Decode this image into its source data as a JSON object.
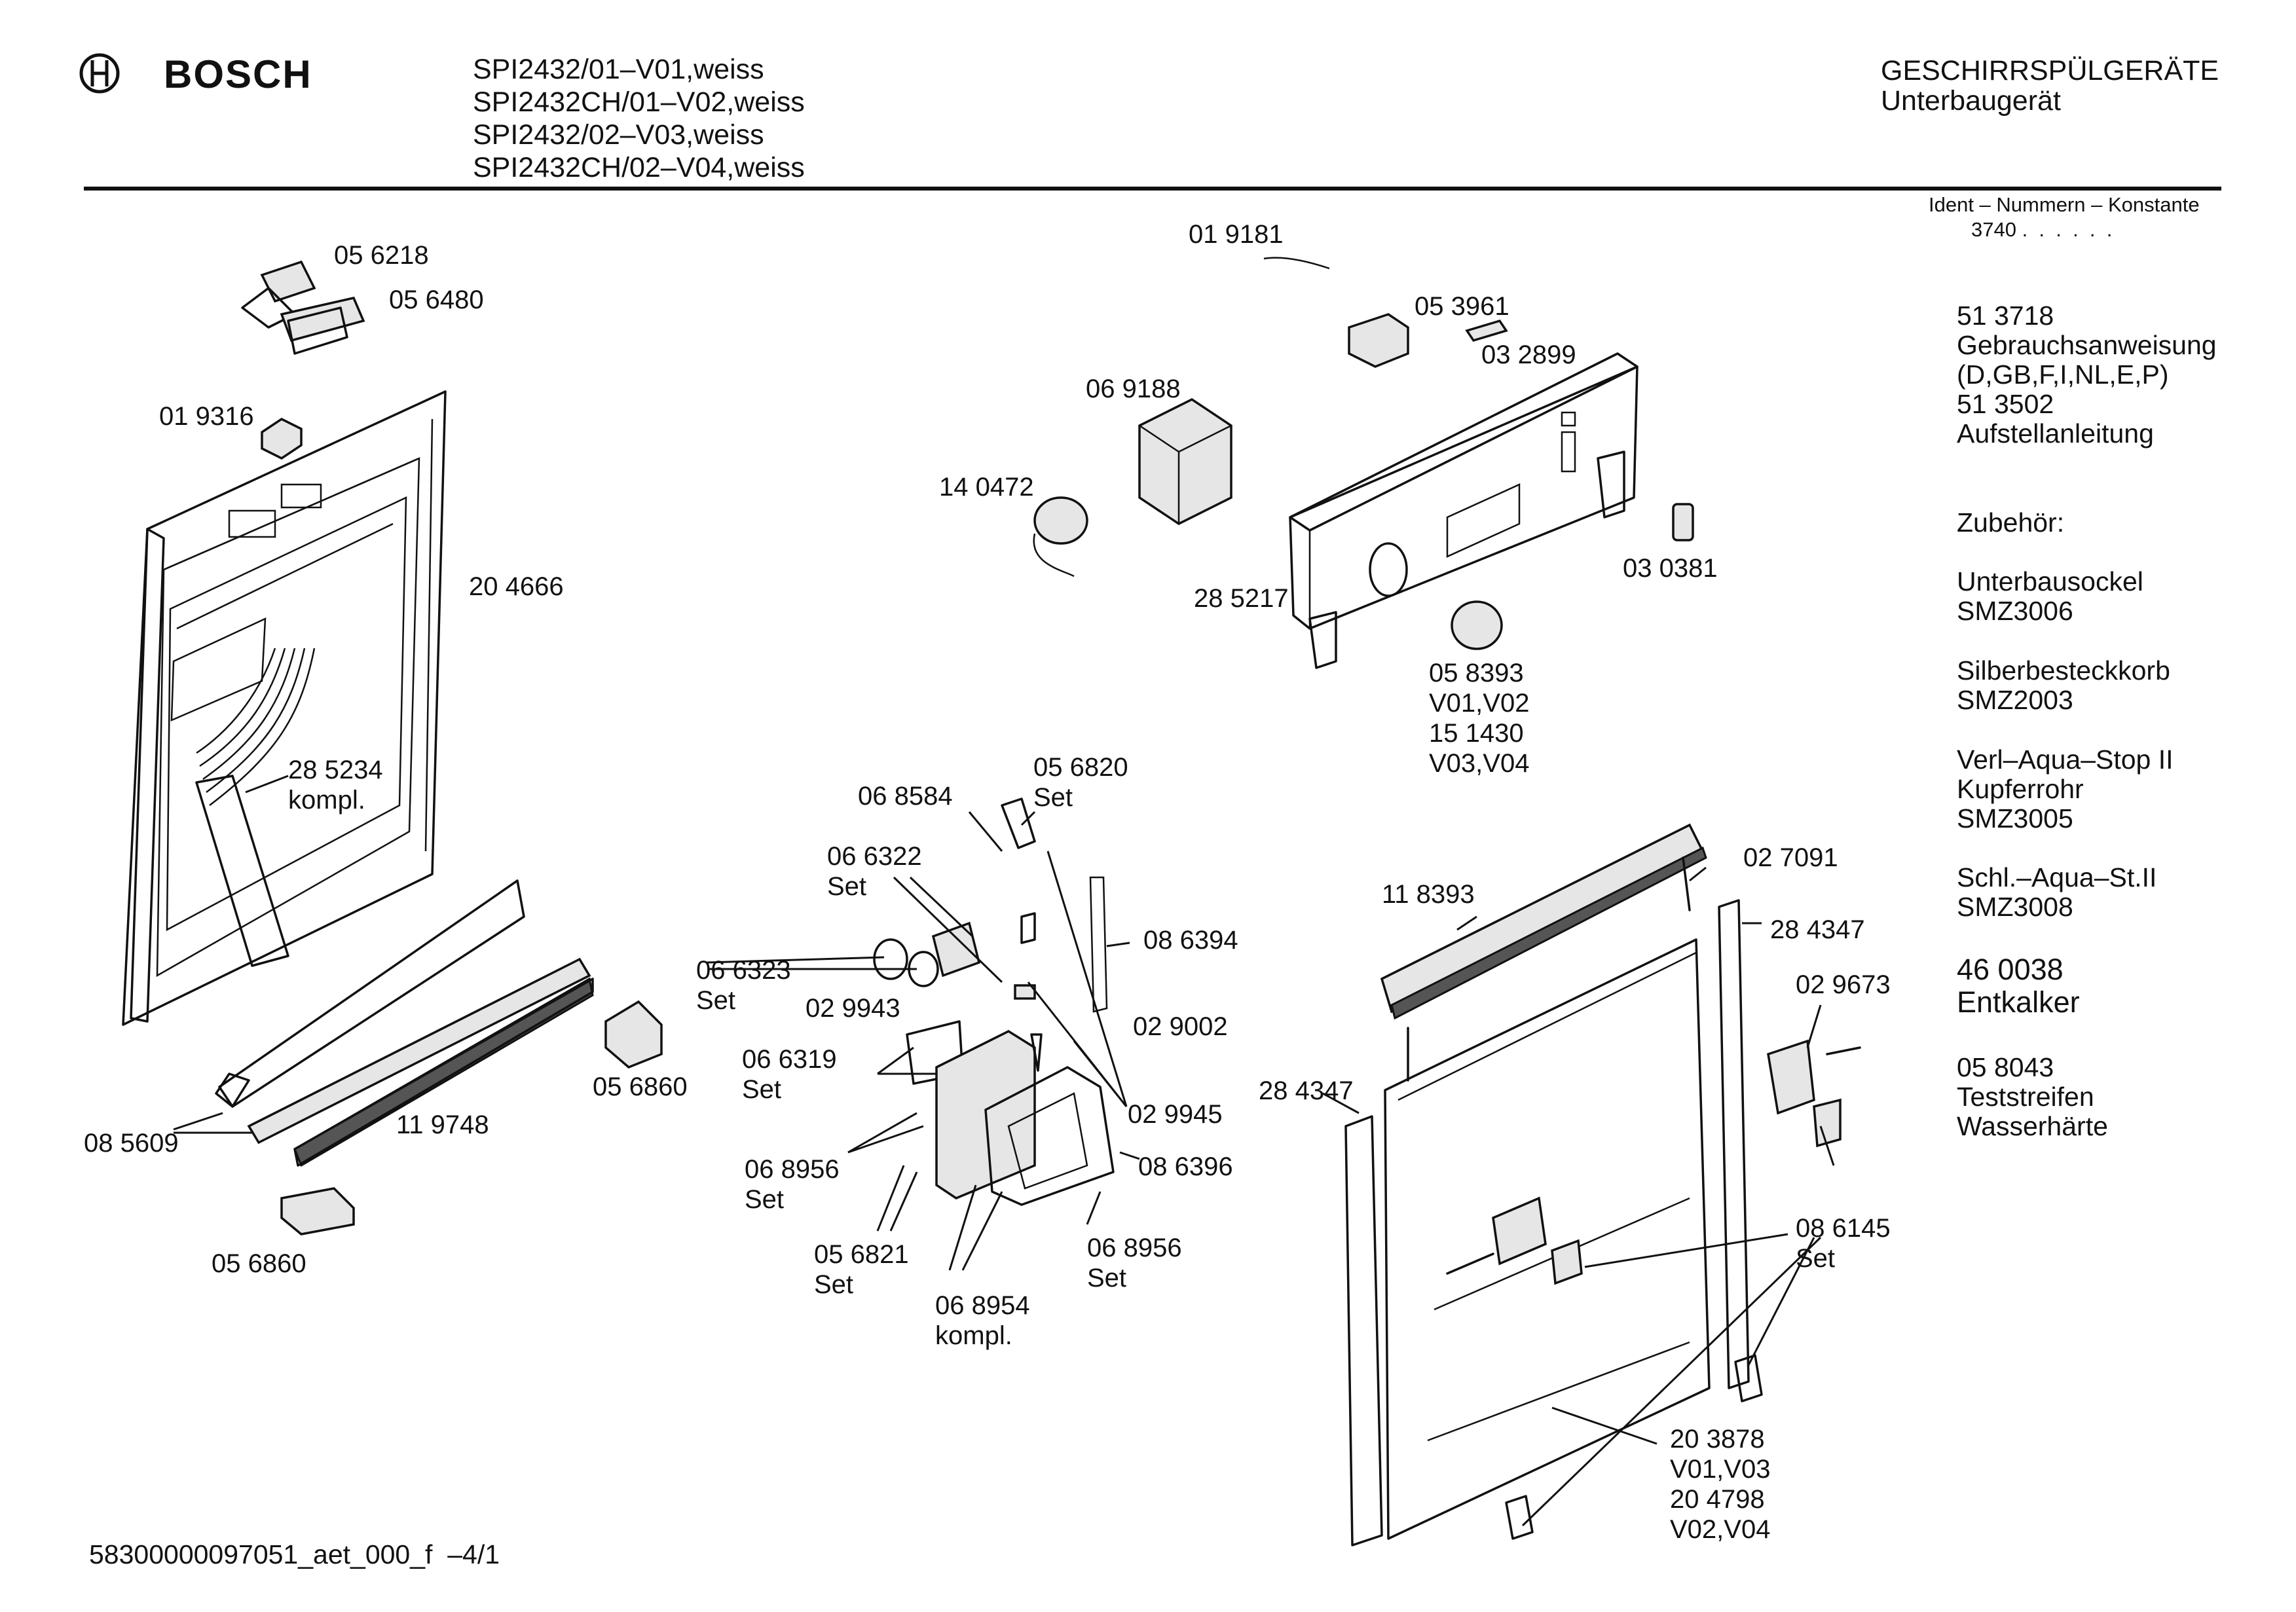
{
  "header": {
    "brand": "BOSCH",
    "models": [
      "SPI2432/01–V01,weiss",
      "SPI2432CH/01–V02,weiss",
      "SPI2432/02–V03,weiss",
      "SPI2432CH/02–V04,weiss"
    ],
    "category": "GESCHIRRSPÜLGERÄTE",
    "subcategory": "Unterbaugerät"
  },
  "ident": {
    "label": "Ident – Nummern – Konstante",
    "value": "3740 .  .  .  .  .  ."
  },
  "sidebar": [
    "51 3718",
    "Gebrauchsanweisung",
    "(D,GB,F,I,NL,E,P)",
    "51 3502",
    "Aufstellanleitung",
    "Zubehör:",
    "Unterbausockel",
    "SMZ3006",
    "Silberbesteckkorb",
    "SMZ2003",
    "Verl–Aqua–Stop II",
    "Kupferrohr",
    "SMZ3005",
    "Schl.–Aqua–St.II",
    "SMZ3008",
    "46 0038",
    "Entkalker",
    "05 8043",
    "Teststreifen",
    "Wasserhärte"
  ],
  "parts": [
    "05 6218",
    "05 6480",
    "01 9316",
    "20 4666",
    "28 5234",
    "kompl.",
    "08 5609",
    "11 9748",
    "05 6860",
    "05 6860",
    "01 9181",
    "05 3961",
    "03 2899",
    "06 9188",
    "14 0472",
    "28 5217",
    "03 0381",
    "05 8393",
    "V01,V02",
    "15 1430",
    "V03,V04",
    "05 6820",
    "Set",
    "06 8584",
    "06 6322",
    "Set",
    "06 6323",
    "Set",
    "08 6394",
    "02 9943",
    "06 6319",
    "Set",
    "02 9002",
    "02 9945",
    "06 8956",
    "Set",
    "08 6396",
    "05 6821",
    "Set",
    "06 8956",
    "Set",
    "06 8954",
    "kompl.",
    "02 7091",
    "11 8393",
    "28 4347",
    "02 9673",
    "28 4347",
    "08 6145",
    "Set",
    "20 3878",
    "V01,V03",
    "20 4798",
    "V02,V04"
  ],
  "footer": {
    "doc_id": "58300000097051_aet_000_f  –4/1"
  }
}
